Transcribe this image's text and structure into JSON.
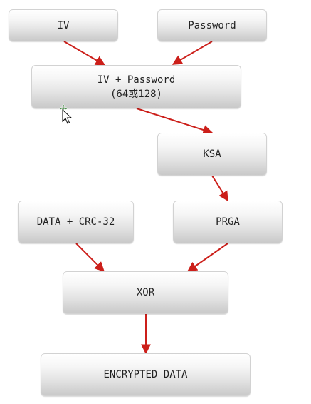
{
  "nodes": {
    "iv": {
      "label": "IV"
    },
    "password": {
      "label": "Password"
    },
    "iv_password": {
      "line1": "IV + Password",
      "line2": "(64或128)"
    },
    "ksa": {
      "label": "KSA"
    },
    "data_crc": {
      "label": "DATA + CRC-32"
    },
    "prga": {
      "label": "PRGA"
    },
    "xor": {
      "label": "XOR"
    },
    "encrypted": {
      "label": "ENCRYPTED DATA"
    }
  },
  "colors": {
    "arrow": "#cc1f1a",
    "box_border": "#d2d2d2",
    "text": "#222222"
  },
  "icons": {
    "cursor": "move-cursor-icon"
  }
}
